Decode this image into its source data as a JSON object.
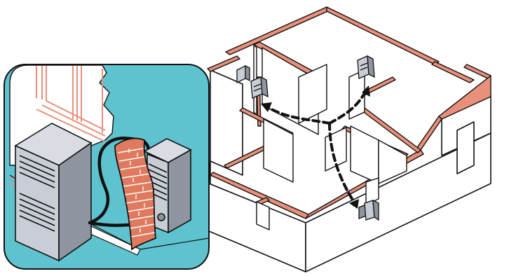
{
  "figure": {
    "palette": {
      "wall_trim": "#e8907a",
      "outline": "#111111",
      "panel_blue": "#5ec3cf",
      "unit_body": "#c9ced6",
      "unit_shade": "#8e95a0",
      "brick": "#e07a5f",
      "mortar": "#ffffff",
      "background": "#ffffff"
    },
    "inset": {
      "elements": [
        "window-frame",
        "portable-unit",
        "brick-wall",
        "remote-unit",
        "connecting-cable"
      ]
    },
    "floor_plan": {
      "rooms": 5,
      "units": 4,
      "arrows": 3
    }
  }
}
